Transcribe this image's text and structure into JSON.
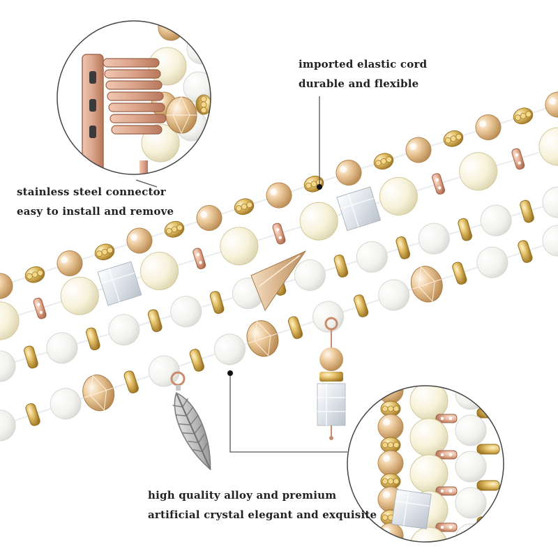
{
  "captions": {
    "cord": {
      "line1": "imported elastic cord",
      "line2": "durable and flexible"
    },
    "connector": {
      "line1": "stainless steel connector",
      "line2": "easy to install and remove"
    },
    "alloy": {
      "line1": "high quality alloy and premium",
      "line2": "artificial crystal elegant and exquisite"
    }
  },
  "colors": {
    "background": "#ffffff",
    "gold": "#d8b25a",
    "champagne": "#e9c79a",
    "ivory": "#f6f1d9",
    "milky_white": "#f1f1ee",
    "rose_gold": "#d79a7c",
    "silver": "#b9b9b9",
    "text": "#222222",
    "callout_line": "#555555"
  },
  "icons": [
    "watch-connector-icon",
    "leaf-charm-icon"
  ]
}
